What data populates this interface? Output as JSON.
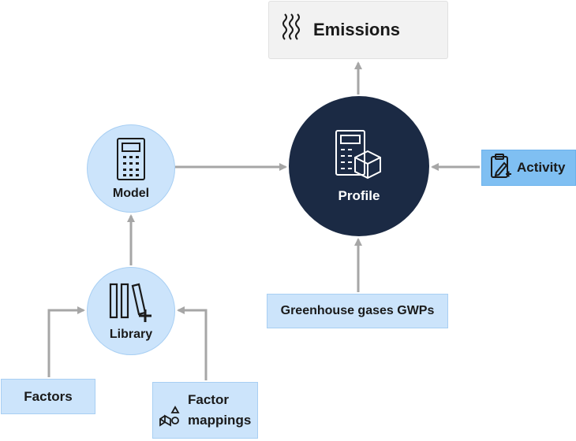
{
  "nodes": {
    "emissions": {
      "label": "Emissions",
      "icon": "heat-waves-icon"
    },
    "profile": {
      "label": "Profile",
      "icon": "calculator-cube-icon"
    },
    "model": {
      "label": "Model",
      "icon": "calculator-icon"
    },
    "library": {
      "label": "Library",
      "icon": "books-plus-icon"
    },
    "activity": {
      "label": "Activity",
      "icon": "clipboard-edit-icon"
    },
    "ghg": {
      "label": "Greenhouse gases GWPs"
    },
    "factors": {
      "label": "Factors"
    },
    "factor_mappings": {
      "label_line1": "Factor",
      "label_line2": "mappings",
      "icon": "shapes-icon"
    }
  },
  "colors": {
    "profile_fill": "#1b2a44",
    "light_blue": "#cce4fb",
    "activity_blue": "#7fbff2",
    "emissions_fill": "#f2f2f2",
    "connector": "#a6a6a6"
  }
}
